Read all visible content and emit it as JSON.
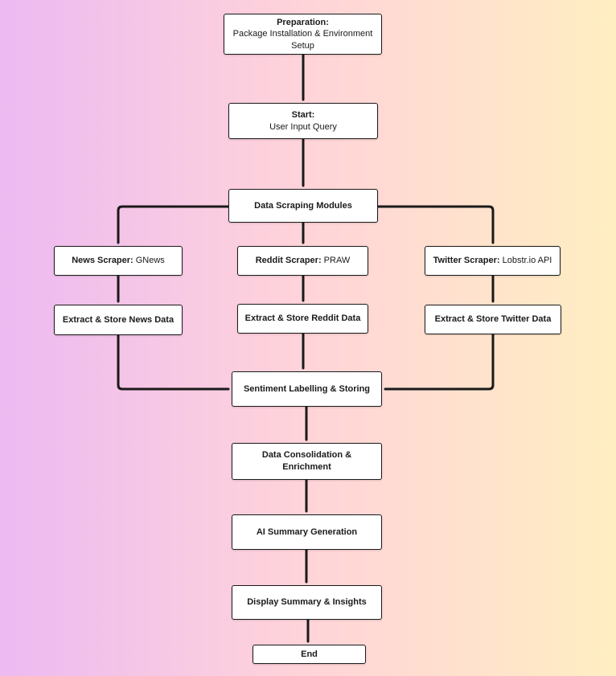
{
  "diagram": {
    "type": "flowchart",
    "nodes": {
      "preparation": {
        "title": "Preparation:",
        "body": "Package Installation & Environment Setup"
      },
      "start": {
        "title": "Start:",
        "body": "User Input Query"
      },
      "data_scraping": {
        "label": "Data Scraping Modules"
      },
      "news_scraper": {
        "bold": "News Scraper:",
        "rest": " GNews"
      },
      "reddit_scraper": {
        "bold": "Reddit Scraper:",
        "rest": " PRAW"
      },
      "twitter_scraper": {
        "bold": "Twitter Scraper:",
        "rest": " Lobstr.io API"
      },
      "extract_news": {
        "label": "Extract & Store News Data"
      },
      "extract_reddit": {
        "label": "Extract & Store Reddit Data"
      },
      "extract_twitter": {
        "label": "Extract & Store Twitter Data"
      },
      "sentiment": {
        "label": "Sentiment Labelling & Storing"
      },
      "consolidation": {
        "label": "Data Consolidation & Enrichment"
      },
      "ai_summary": {
        "label": "AI Summary Generation"
      },
      "display": {
        "label": "Display Summary & Insights"
      },
      "end": {
        "label": "End"
      }
    },
    "edges": [
      {
        "from": "preparation",
        "to": "start"
      },
      {
        "from": "start",
        "to": "data_scraping"
      },
      {
        "from": "data_scraping",
        "to": "news_scraper"
      },
      {
        "from": "data_scraping",
        "to": "reddit_scraper"
      },
      {
        "from": "data_scraping",
        "to": "twitter_scraper"
      },
      {
        "from": "news_scraper",
        "to": "extract_news"
      },
      {
        "from": "reddit_scraper",
        "to": "extract_reddit"
      },
      {
        "from": "twitter_scraper",
        "to": "extract_twitter"
      },
      {
        "from": "extract_news",
        "to": "sentiment"
      },
      {
        "from": "extract_reddit",
        "to": "sentiment"
      },
      {
        "from": "extract_twitter",
        "to": "sentiment"
      },
      {
        "from": "sentiment",
        "to": "consolidation"
      },
      {
        "from": "consolidation",
        "to": "ai_summary"
      },
      {
        "from": "ai_summary",
        "to": "display"
      },
      {
        "from": "display",
        "to": "end"
      }
    ],
    "colors": {
      "box_bg": "#ffffff",
      "box_border": "#1a1a1a",
      "arrow": "#1a1a1a",
      "bg_left": "#edbaf2",
      "bg_mid": "#ffd3da",
      "bg_right": "#ffeec2"
    }
  }
}
